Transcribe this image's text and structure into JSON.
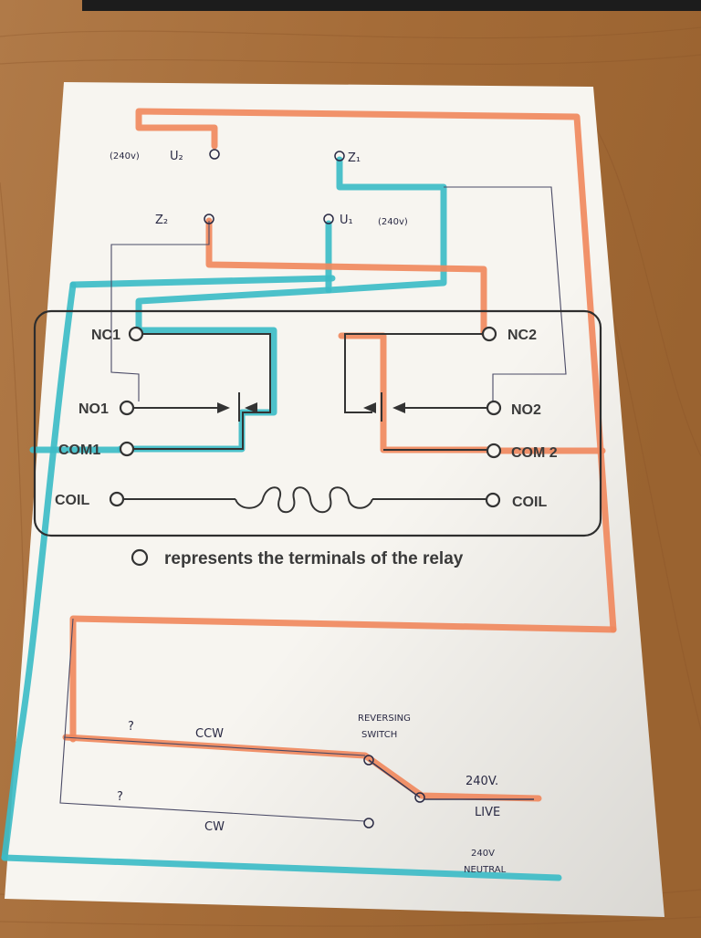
{
  "labels": {
    "u2_note": "(240v)",
    "u2": "U₂",
    "z1": "Z₁",
    "z2": "Z₂",
    "u1": "U₁",
    "u1_note": "(240v)"
  },
  "relay": {
    "nc1": "NC1",
    "no1": "NO1",
    "com1": "COM1",
    "coil_left": "COIL",
    "nc2": "NC2",
    "no2": "NO2",
    "com2": "COM 2",
    "coil_right": "COIL"
  },
  "legend_text": "represents the terminals of the relay",
  "switch": {
    "q1": "?",
    "q2": "?",
    "ccw": "CCW",
    "cw": "CW",
    "title_line1": "REVERSING",
    "title_line2": "SWITCH",
    "live_v": "240V.",
    "live": "LIVE",
    "neutral_v": "240V",
    "neutral": "NEUTRAL"
  },
  "colors": {
    "orange_wire": "#f0895e",
    "cyan_wire": "#3dbcc7",
    "paper": "#f7f5f0",
    "table": "#a8703c"
  }
}
